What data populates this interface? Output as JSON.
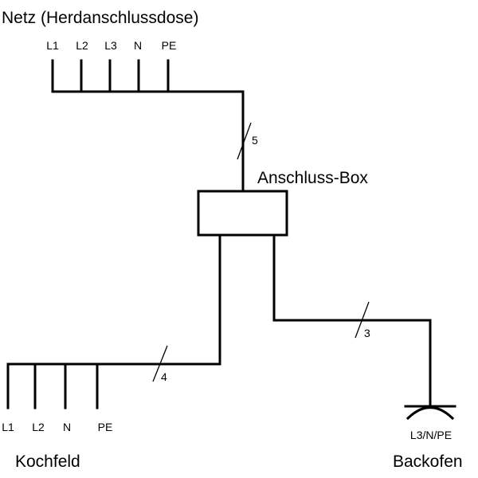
{
  "labels": {
    "netz_title": "Netz (Herdanschlussdose)",
    "box_title": "Anschluss-Box",
    "kochfeld_title": "Kochfeld",
    "backofen_title": "Backofen",
    "backofen_plug": "L3/N/PE"
  },
  "netz_terminals": [
    "L1",
    "L2",
    "L3",
    "N",
    "PE"
  ],
  "kochfeld_terminals": [
    "L1",
    "L2",
    "N",
    "PE"
  ],
  "wire_counts": {
    "netz_to_box": "5",
    "box_to_kochfeld": "4",
    "box_to_backofen": "3"
  }
}
